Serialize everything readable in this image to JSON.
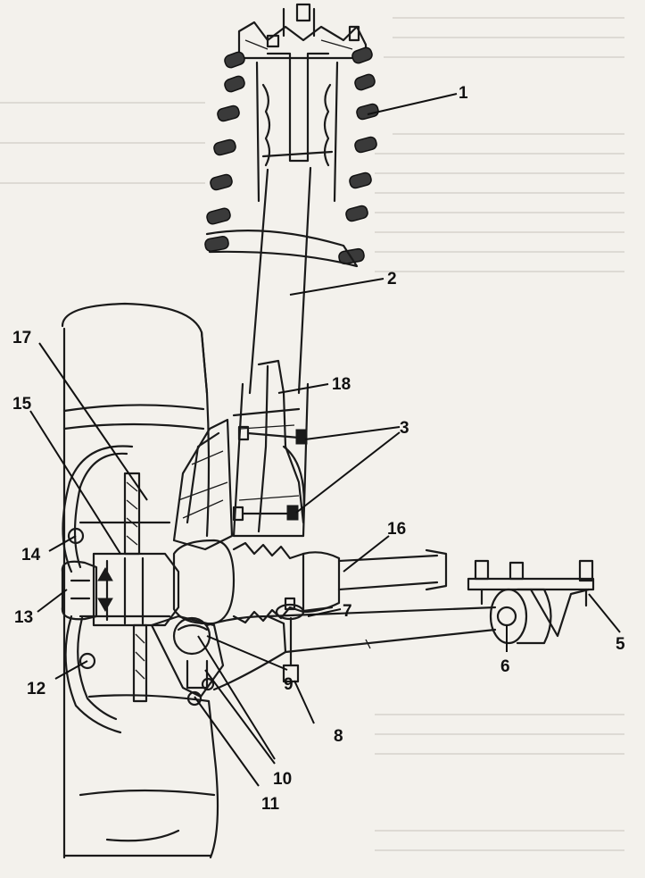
{
  "colors": {
    "paper": "#f3f1ec",
    "ink": "#1a1a1a",
    "bleed_text": "#d6d3cc"
  },
  "callouts": [
    {
      "id": "label-1",
      "text": "1"
    },
    {
      "id": "label-2",
      "text": "2"
    },
    {
      "id": "label-3",
      "text": "3"
    },
    {
      "id": "label-5",
      "text": "5"
    },
    {
      "id": "label-6",
      "text": "6"
    },
    {
      "id": "label-7",
      "text": "7"
    },
    {
      "id": "label-8",
      "text": "8"
    },
    {
      "id": "label-9",
      "text": "9"
    },
    {
      "id": "label-10",
      "text": "10"
    },
    {
      "id": "label-11",
      "text": "11"
    },
    {
      "id": "label-12",
      "text": "12"
    },
    {
      "id": "label-13",
      "text": "13"
    },
    {
      "id": "label-14",
      "text": "14"
    },
    {
      "id": "label-15",
      "text": "15"
    },
    {
      "id": "label-16",
      "text": "16"
    },
    {
      "id": "label-17",
      "text": "17"
    },
    {
      "id": "label-18",
      "text": "18"
    }
  ]
}
